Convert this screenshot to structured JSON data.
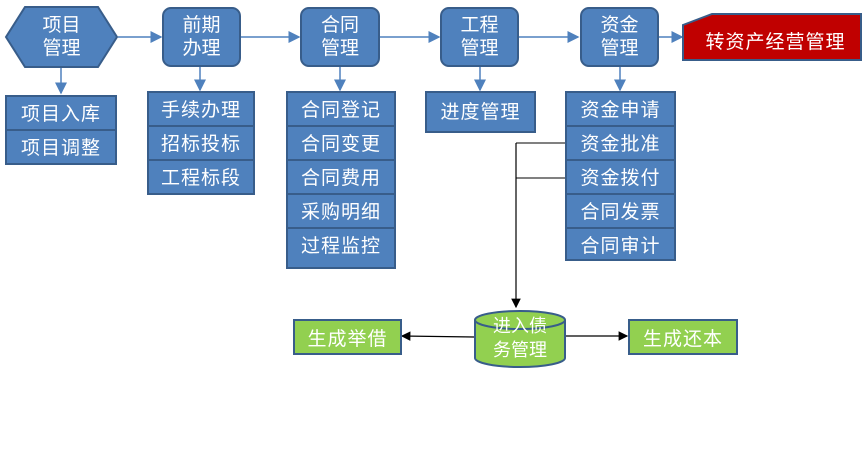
{
  "top_nodes": [
    {
      "line1": "项目",
      "line2": "管理"
    },
    {
      "line1": "前期",
      "line2": "办理"
    },
    {
      "line1": "合同",
      "line2": "管理"
    },
    {
      "line1": "工程",
      "line2": "管理"
    },
    {
      "line1": "资金",
      "line2": "管理"
    }
  ],
  "final_node": "转资产经营管理",
  "lists": {
    "project": [
      "项目入库",
      "项目调整"
    ],
    "preliminary": [
      "手续办理",
      "招标投标",
      "工程标段"
    ],
    "contract": [
      "合同登记",
      "合同变更",
      "合同费用",
      "采购明细",
      "过程监控"
    ],
    "engineering": [
      "进度管理"
    ],
    "funds": [
      "资金申请",
      "资金批准",
      "资金拨付",
      "合同发票",
      "合同审计"
    ]
  },
  "debt_node": {
    "line1": "进入债",
    "line2": "务管理"
  },
  "left_output": "生成举借",
  "right_output": "生成还本",
  "colors": {
    "primary": "#4f81bd",
    "border": "#385d8a",
    "accent_red": "#c00000",
    "green": "#92d050"
  }
}
